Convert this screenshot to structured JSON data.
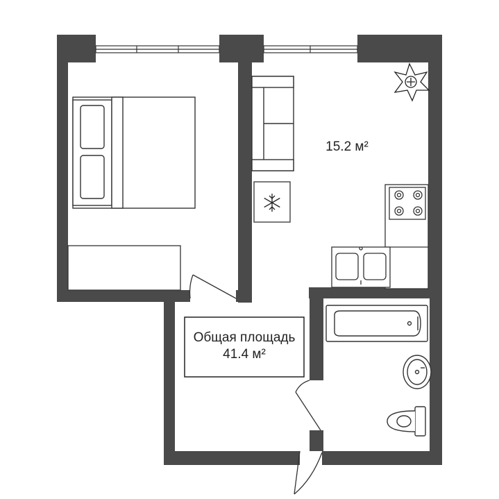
{
  "plan": {
    "room_area": "15.2 м²",
    "total_label": "Общая площадь",
    "total_area": "41.4 м²"
  },
  "icons": {
    "plant": "potted-plant-icon",
    "fridge": "snowflake-icon",
    "stove": "stove-burners-icon",
    "sink": "double-sink-icon",
    "bathtub": "bathtub-icon",
    "washbasin": "washbasin-icon",
    "toilet": "toilet-icon",
    "bed": "double-bed-icon",
    "sofa": "sofa-icon"
  },
  "colors": {
    "wall": "#4a4a4a",
    "line": "#333333",
    "background": "#ffffff"
  }
}
